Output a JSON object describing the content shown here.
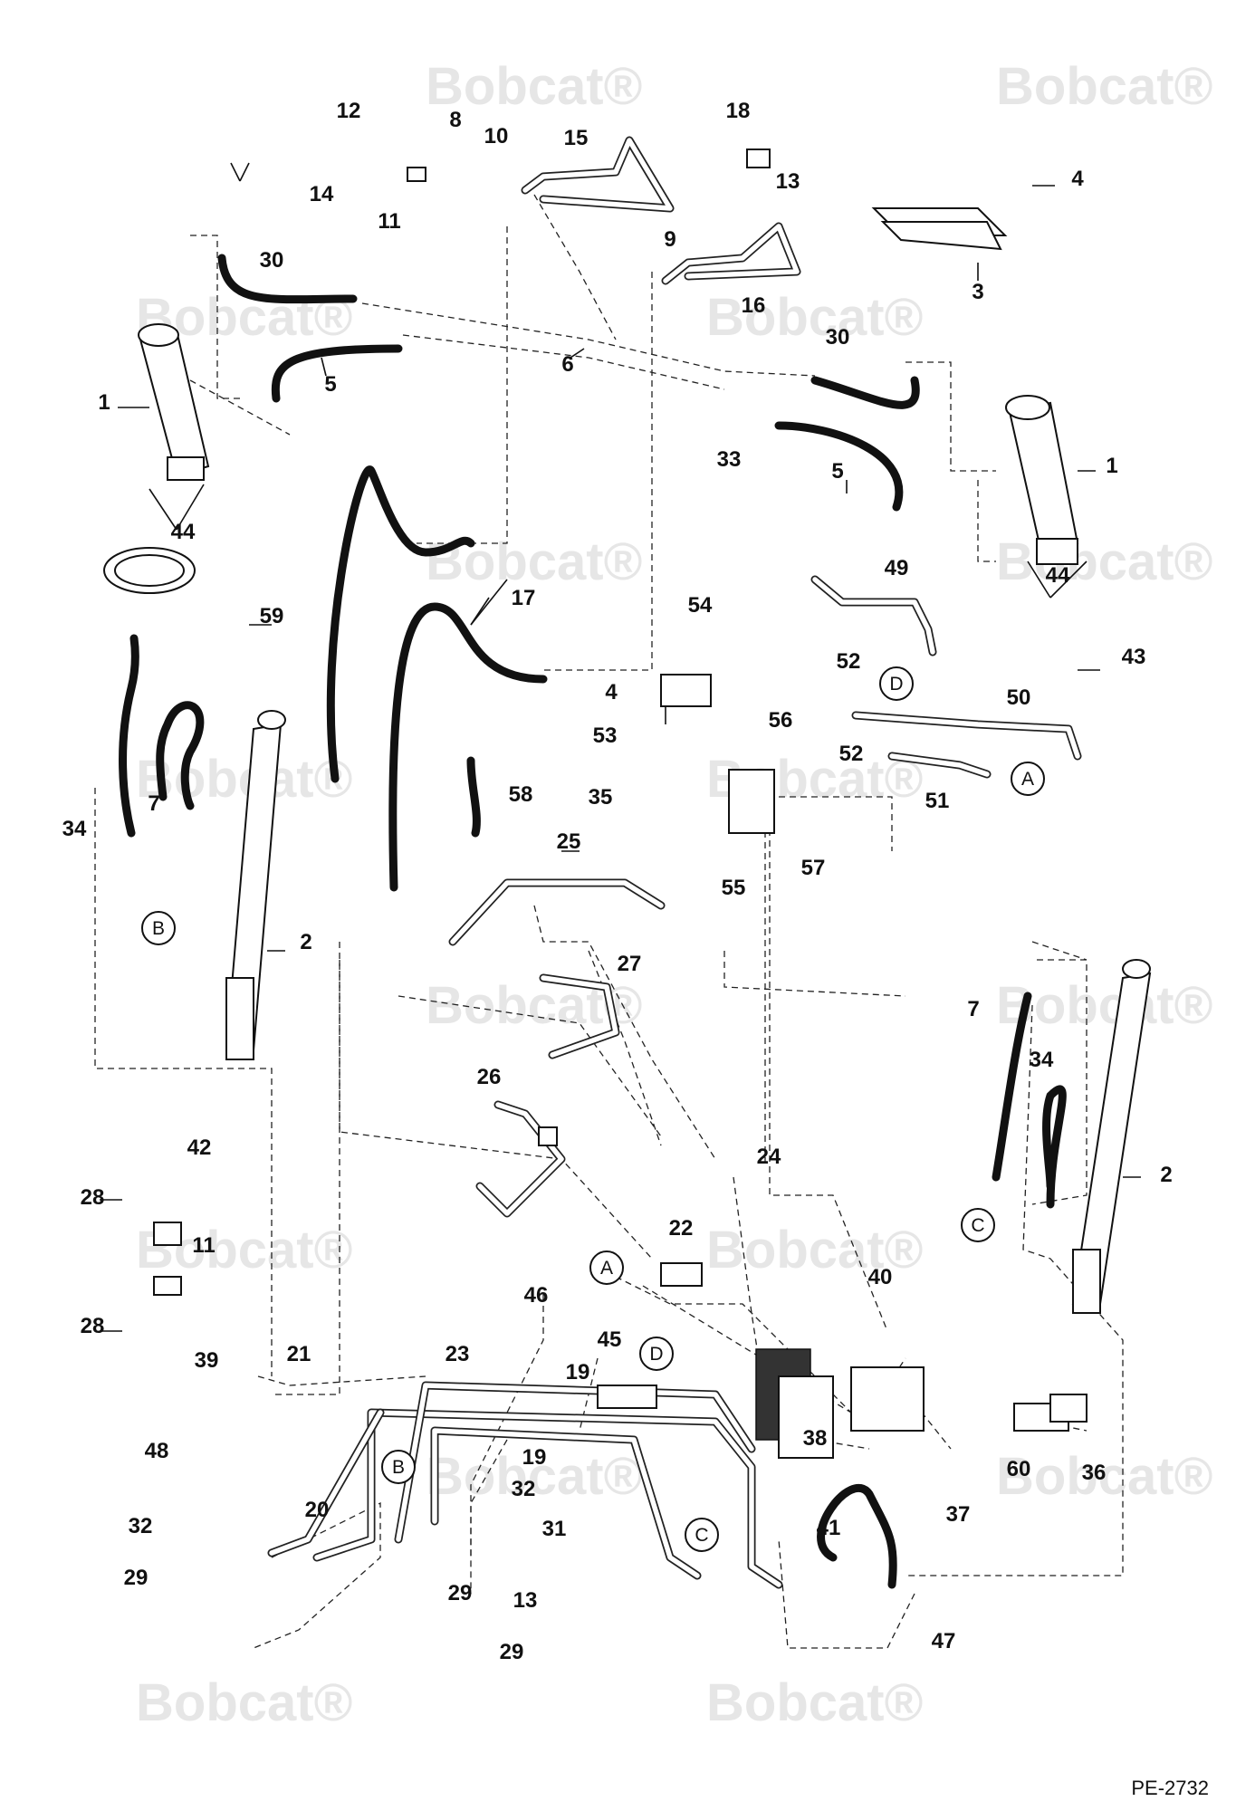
{
  "watermark": {
    "text": "Bobcat",
    "mark": "®"
  },
  "drawing_code": "PE-2732",
  "callouts": [
    {
      "id": "c1a",
      "text": "1"
    },
    {
      "id": "c1b",
      "text": "1"
    },
    {
      "id": "c2a",
      "text": "2"
    },
    {
      "id": "c2b",
      "text": "2"
    },
    {
      "id": "c3",
      "text": "3"
    },
    {
      "id": "c4a",
      "text": "4"
    },
    {
      "id": "c4b",
      "text": "4"
    },
    {
      "id": "c5a",
      "text": "5"
    },
    {
      "id": "c5b",
      "text": "5"
    },
    {
      "id": "c6",
      "text": "6"
    },
    {
      "id": "c7a",
      "text": "7"
    },
    {
      "id": "c7b",
      "text": "7"
    },
    {
      "id": "c8",
      "text": "8"
    },
    {
      "id": "c9",
      "text": "9"
    },
    {
      "id": "c10",
      "text": "10"
    },
    {
      "id": "c11a",
      "text": "11"
    },
    {
      "id": "c11b",
      "text": "11"
    },
    {
      "id": "c12",
      "text": "12"
    },
    {
      "id": "c13a",
      "text": "13"
    },
    {
      "id": "c13b",
      "text": "13"
    },
    {
      "id": "c14",
      "text": "14"
    },
    {
      "id": "c15",
      "text": "15"
    },
    {
      "id": "c16",
      "text": "16"
    },
    {
      "id": "c17",
      "text": "17"
    },
    {
      "id": "c18",
      "text": "18"
    },
    {
      "id": "c19a",
      "text": "19"
    },
    {
      "id": "c19b",
      "text": "19"
    },
    {
      "id": "c20",
      "text": "20"
    },
    {
      "id": "c21",
      "text": "21"
    },
    {
      "id": "c22",
      "text": "22"
    },
    {
      "id": "c23",
      "text": "23"
    },
    {
      "id": "c24",
      "text": "24"
    },
    {
      "id": "c25",
      "text": "25"
    },
    {
      "id": "c26",
      "text": "26"
    },
    {
      "id": "c27",
      "text": "27"
    },
    {
      "id": "c28a",
      "text": "28"
    },
    {
      "id": "c28b",
      "text": "28"
    },
    {
      "id": "c29a",
      "text": "29"
    },
    {
      "id": "c29b",
      "text": "29"
    },
    {
      "id": "c29c",
      "text": "29"
    },
    {
      "id": "c30a",
      "text": "30"
    },
    {
      "id": "c30b",
      "text": "30"
    },
    {
      "id": "c31",
      "text": "31"
    },
    {
      "id": "c32a",
      "text": "32"
    },
    {
      "id": "c32b",
      "text": "32"
    },
    {
      "id": "c33",
      "text": "33"
    },
    {
      "id": "c34a",
      "text": "34"
    },
    {
      "id": "c34b",
      "text": "34"
    },
    {
      "id": "c35",
      "text": "35"
    },
    {
      "id": "c36",
      "text": "36"
    },
    {
      "id": "c37",
      "text": "37"
    },
    {
      "id": "c38",
      "text": "38"
    },
    {
      "id": "c39",
      "text": "39"
    },
    {
      "id": "c40",
      "text": "40"
    },
    {
      "id": "c41",
      "text": "41"
    },
    {
      "id": "c42",
      "text": "42"
    },
    {
      "id": "c43",
      "text": "43"
    },
    {
      "id": "c44a",
      "text": "44"
    },
    {
      "id": "c44b",
      "text": "44"
    },
    {
      "id": "c45",
      "text": "45"
    },
    {
      "id": "c46",
      "text": "46"
    },
    {
      "id": "c47",
      "text": "47"
    },
    {
      "id": "c48",
      "text": "48"
    },
    {
      "id": "c49",
      "text": "49"
    },
    {
      "id": "c50",
      "text": "50"
    },
    {
      "id": "c51",
      "text": "51"
    },
    {
      "id": "c52a",
      "text": "52"
    },
    {
      "id": "c52b",
      "text": "52"
    },
    {
      "id": "c53",
      "text": "53"
    },
    {
      "id": "c54",
      "text": "54"
    },
    {
      "id": "c55",
      "text": "55"
    },
    {
      "id": "c56",
      "text": "56"
    },
    {
      "id": "c57",
      "text": "57"
    },
    {
      "id": "c58",
      "text": "58"
    },
    {
      "id": "c59",
      "text": "59"
    },
    {
      "id": "c60",
      "text": "60"
    }
  ],
  "connectors": [
    {
      "id": "A1",
      "text": "A"
    },
    {
      "id": "A2",
      "text": "A"
    },
    {
      "id": "B1",
      "text": "B"
    },
    {
      "id": "B2",
      "text": "B"
    },
    {
      "id": "C1",
      "text": "C"
    },
    {
      "id": "C2",
      "text": "C"
    },
    {
      "id": "D1",
      "text": "D"
    },
    {
      "id": "D2",
      "text": "D"
    }
  ]
}
